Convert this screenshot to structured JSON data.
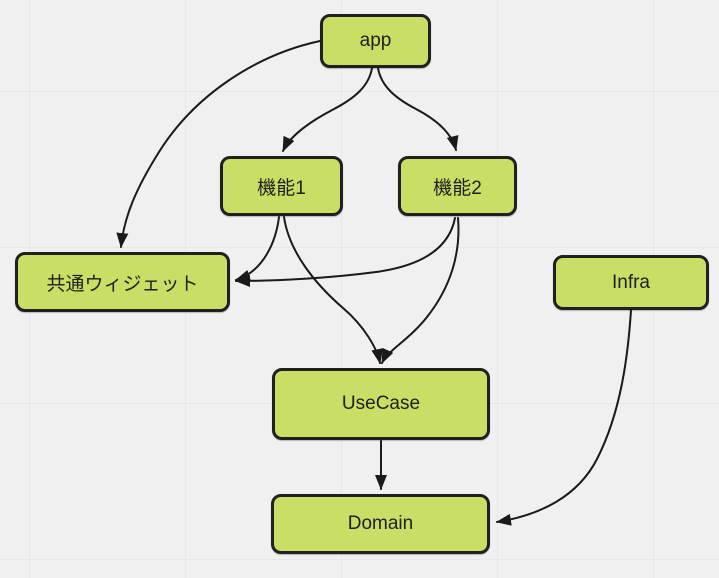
{
  "diagram": {
    "type": "dependency-graph",
    "nodes": {
      "app": {
        "label": "app"
      },
      "feature1": {
        "label": "機能1"
      },
      "feature2": {
        "label": "機能2"
      },
      "common_widget": {
        "label": "共通ウィジェット"
      },
      "infra": {
        "label": "Infra"
      },
      "usecase": {
        "label": "UseCase"
      },
      "domain": {
        "label": "Domain"
      }
    },
    "edges": [
      {
        "from": "app",
        "to": "feature1"
      },
      {
        "from": "app",
        "to": "feature2"
      },
      {
        "from": "app",
        "to": "common_widget"
      },
      {
        "from": "feature1",
        "to": "common_widget"
      },
      {
        "from": "feature2",
        "to": "common_widget"
      },
      {
        "from": "feature1",
        "to": "usecase"
      },
      {
        "from": "feature2",
        "to": "usecase"
      },
      {
        "from": "usecase",
        "to": "domain"
      },
      {
        "from": "infra",
        "to": "domain"
      }
    ],
    "colors": {
      "node_fill": "#c8de64",
      "node_border": "#202020",
      "node_text": "#1f1f1f",
      "edge_stroke": "#1a1a1a",
      "canvas_background": "#f0f0f0",
      "grid_line": "#e7e7ea"
    }
  }
}
